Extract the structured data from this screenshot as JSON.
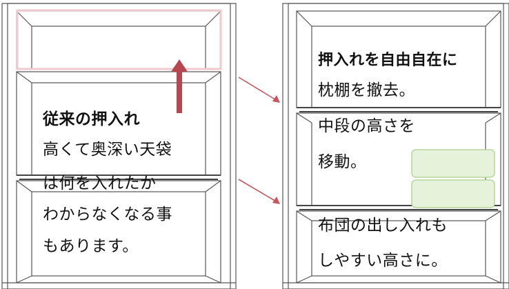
{
  "colors": {
    "frame": "#555555",
    "shelf": "#444444",
    "highlight": "#f0c9cd",
    "arrow_up": "#b7474f",
    "arrow_diag": "#c8555c",
    "box_fill": "#e6f2d9",
    "box_border": "#b5d69a"
  },
  "left_closet": {
    "title": "従来の押入れ",
    "lines": [
      "高くて奥深い天袋",
      "は何を入れたか",
      "わからなくなる事",
      "もあります。"
    ]
  },
  "right_closet": {
    "title": "押入れを自由自在に",
    "lines": [
      "枕棚を撤去。",
      "中段の高さを",
      "移動。",
      "布団の出し入れも",
      "しやすい高さに。"
    ]
  }
}
